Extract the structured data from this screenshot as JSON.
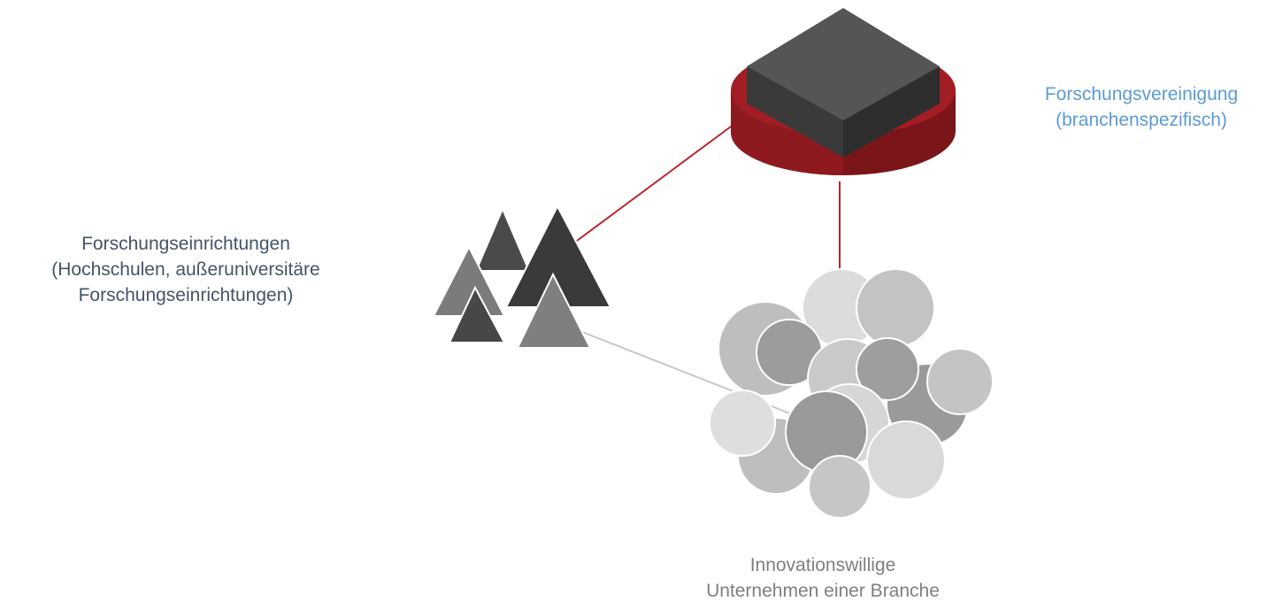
{
  "labels": {
    "association": {
      "line1": "Forschungsvereinigung",
      "line2": "(branchenspezifisch)"
    },
    "research": {
      "line1": "Forschungseinrichtungen",
      "line2": "(Hochschulen, außeruniversitäre",
      "line3": "Forschungseinrichtungen)"
    },
    "companies": {
      "line1": "Innovationswillige",
      "line2": "Unternehmen einer Branche"
    }
  },
  "colors": {
    "association_text": "#5b9bd5",
    "research_text": "#44546a",
    "companies_text": "#7f7f7f",
    "accent_red": "#a31d24",
    "link_grey": "#c8c8c8"
  }
}
